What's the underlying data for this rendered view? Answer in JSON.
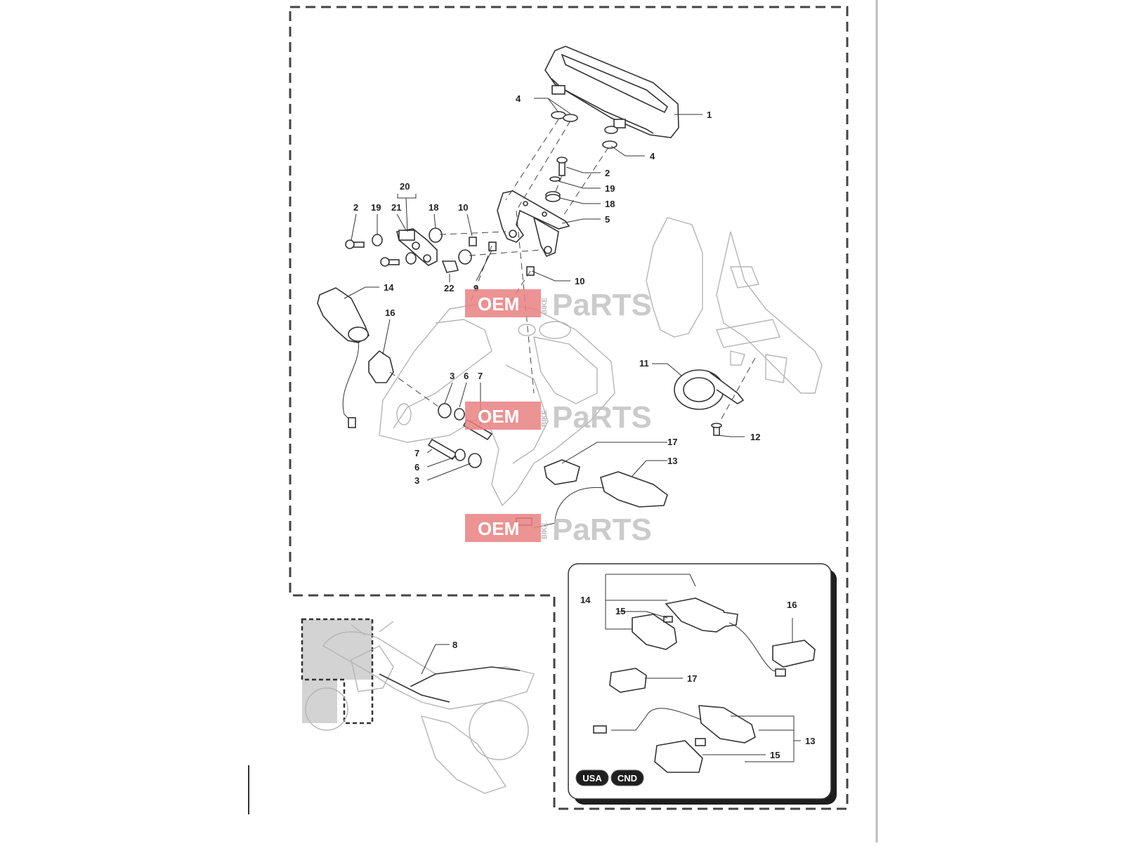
{
  "watermark": {
    "oem": "OEM",
    "bike": "BIKE",
    "parts": "PaRTS"
  },
  "regions": {
    "badges": [
      "USA",
      "CND"
    ]
  },
  "callouts": {
    "c1": "1",
    "c4a": "4",
    "c4b": "4",
    "c2a": "2",
    "c19a": "19",
    "c18a": "18",
    "c5": "5",
    "c20": "20",
    "c2b": "2",
    "c19b": "19",
    "c21": "21",
    "c18b": "18",
    "c10a": "10",
    "c22": "22",
    "c9": "9",
    "c10b": "10",
    "c14": "14",
    "c16": "16",
    "c3a": "3",
    "c6a": "6",
    "c7a": "7",
    "c11": "11",
    "c12": "12",
    "c17": "17",
    "c13": "13",
    "c7b": "7",
    "c6b": "6",
    "c3b": "3",
    "c8": "8",
    "d14": "14",
    "d15a": "15",
    "d16": "16",
    "d17": "17",
    "d13": "13",
    "d15b": "15"
  },
  "colors": {
    "watermark_red": "#e98080",
    "badge": "#1e1e1e",
    "line": "#333333",
    "shade": "#d3d3d3"
  }
}
